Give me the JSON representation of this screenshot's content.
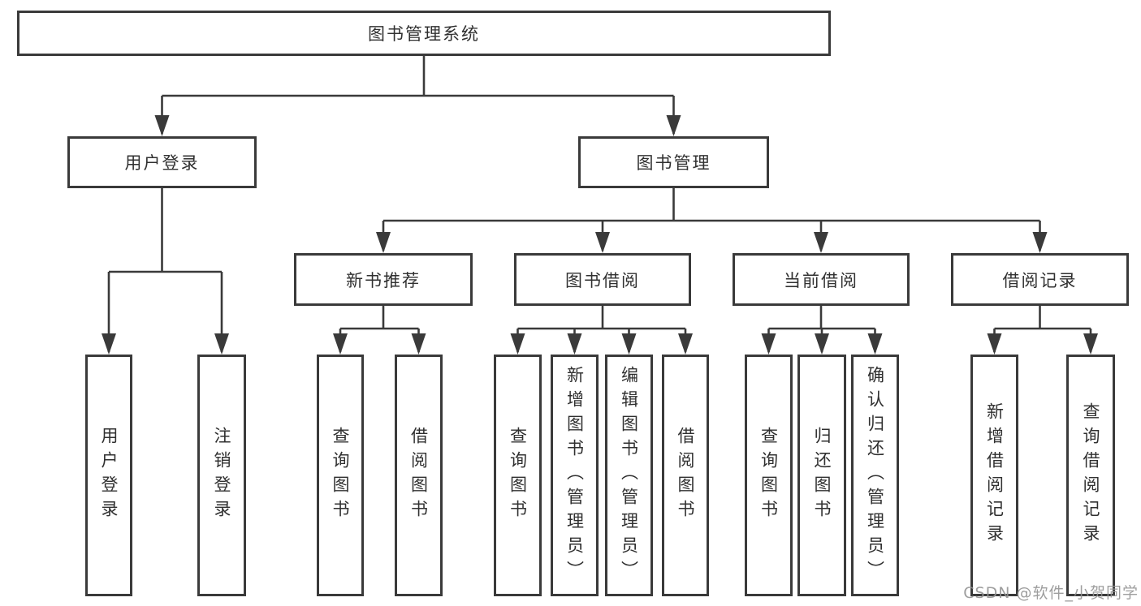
{
  "tree": {
    "root": {
      "label": "图书管理系统",
      "children": [
        {
          "label": "用户登录",
          "children": [
            {
              "label": "用户登录"
            },
            {
              "label": "注销登录"
            }
          ]
        },
        {
          "label": "图书管理",
          "children": [
            {
              "label": "新书推荐",
              "children": [
                {
                  "label": "查询图书"
                },
                {
                  "label": "借阅图书"
                }
              ]
            },
            {
              "label": "图书借阅",
              "children": [
                {
                  "label": "查询图书"
                },
                {
                  "label": "新增图书（管理员）"
                },
                {
                  "label": "编辑图书（管理员）"
                },
                {
                  "label": "借阅图书"
                }
              ]
            },
            {
              "label": "当前借阅",
              "children": [
                {
                  "label": "查询图书"
                },
                {
                  "label": "归还图书"
                },
                {
                  "label": "确认归还（管理员）"
                }
              ]
            },
            {
              "label": "借阅记录",
              "children": [
                {
                  "label": "新增借阅记录"
                },
                {
                  "label": "查询借阅记录"
                }
              ]
            }
          ]
        }
      ]
    }
  },
  "watermark": {
    "text": "CSDN @软件_小贺同学"
  },
  "colors": {
    "line": "#3a3a3a",
    "box_border": "#3a3a3a",
    "text": "#303030",
    "watermark": "#949494",
    "background": "#ffffff"
  }
}
